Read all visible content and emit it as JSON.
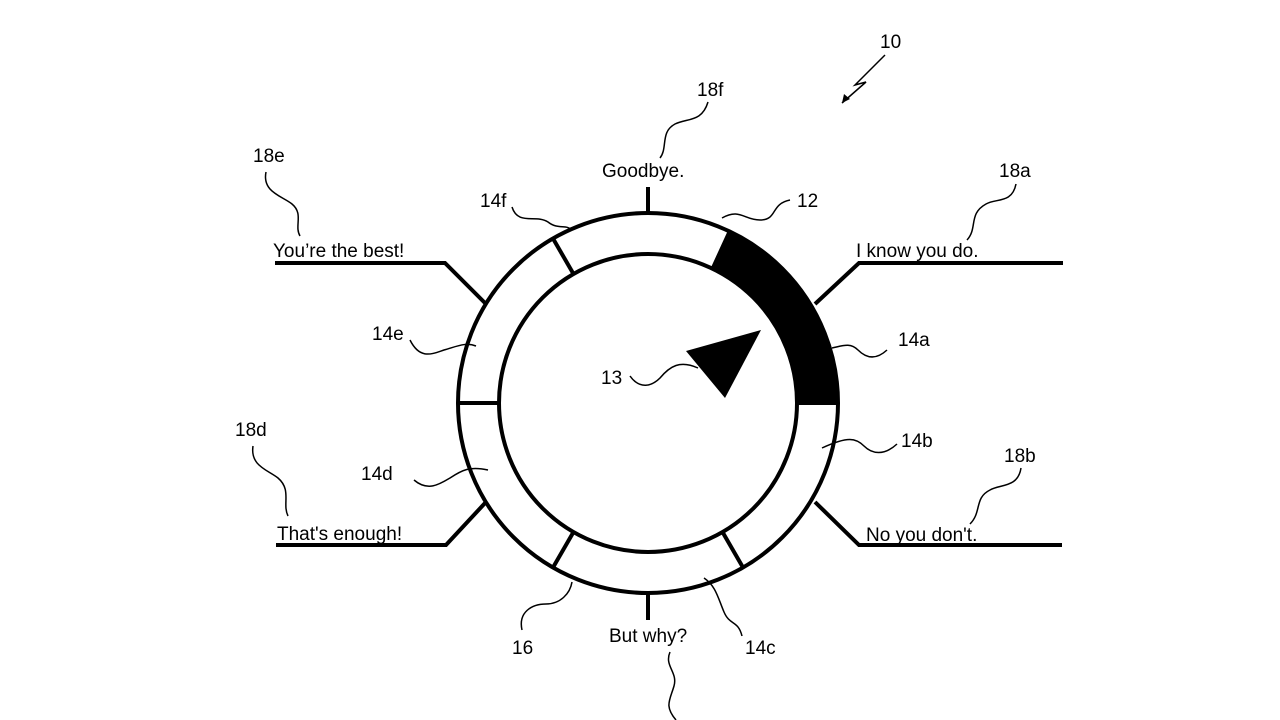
{
  "figure": {
    "ref": "10"
  },
  "wheel": {
    "outer_ref": "12",
    "pointer_ref": "13",
    "ring_ref": "16"
  },
  "segments": [
    {
      "id": "a",
      "ref": "14a",
      "selected": true
    },
    {
      "id": "b",
      "ref": "14b",
      "selected": false
    },
    {
      "id": "c",
      "ref": "14c",
      "selected": false
    },
    {
      "id": "d",
      "ref": "14d",
      "selected": false
    },
    {
      "id": "e",
      "ref": "14e",
      "selected": false
    },
    {
      "id": "f",
      "ref": "14f",
      "selected": false
    }
  ],
  "options": [
    {
      "id": "a",
      "ref": "18a",
      "text": "I know you do."
    },
    {
      "id": "b",
      "ref": "18b",
      "text": "No you don't."
    },
    {
      "id": "c",
      "ref": "",
      "text": "But why?"
    },
    {
      "id": "d",
      "ref": "18d",
      "text": "That's enough!"
    },
    {
      "id": "e",
      "ref": "18e",
      "text": "You’re the best!"
    },
    {
      "id": "f",
      "ref": "18f",
      "text": "Goodbye."
    }
  ],
  "colors": {
    "ink": "#000000",
    "paper": "#ffffff"
  }
}
